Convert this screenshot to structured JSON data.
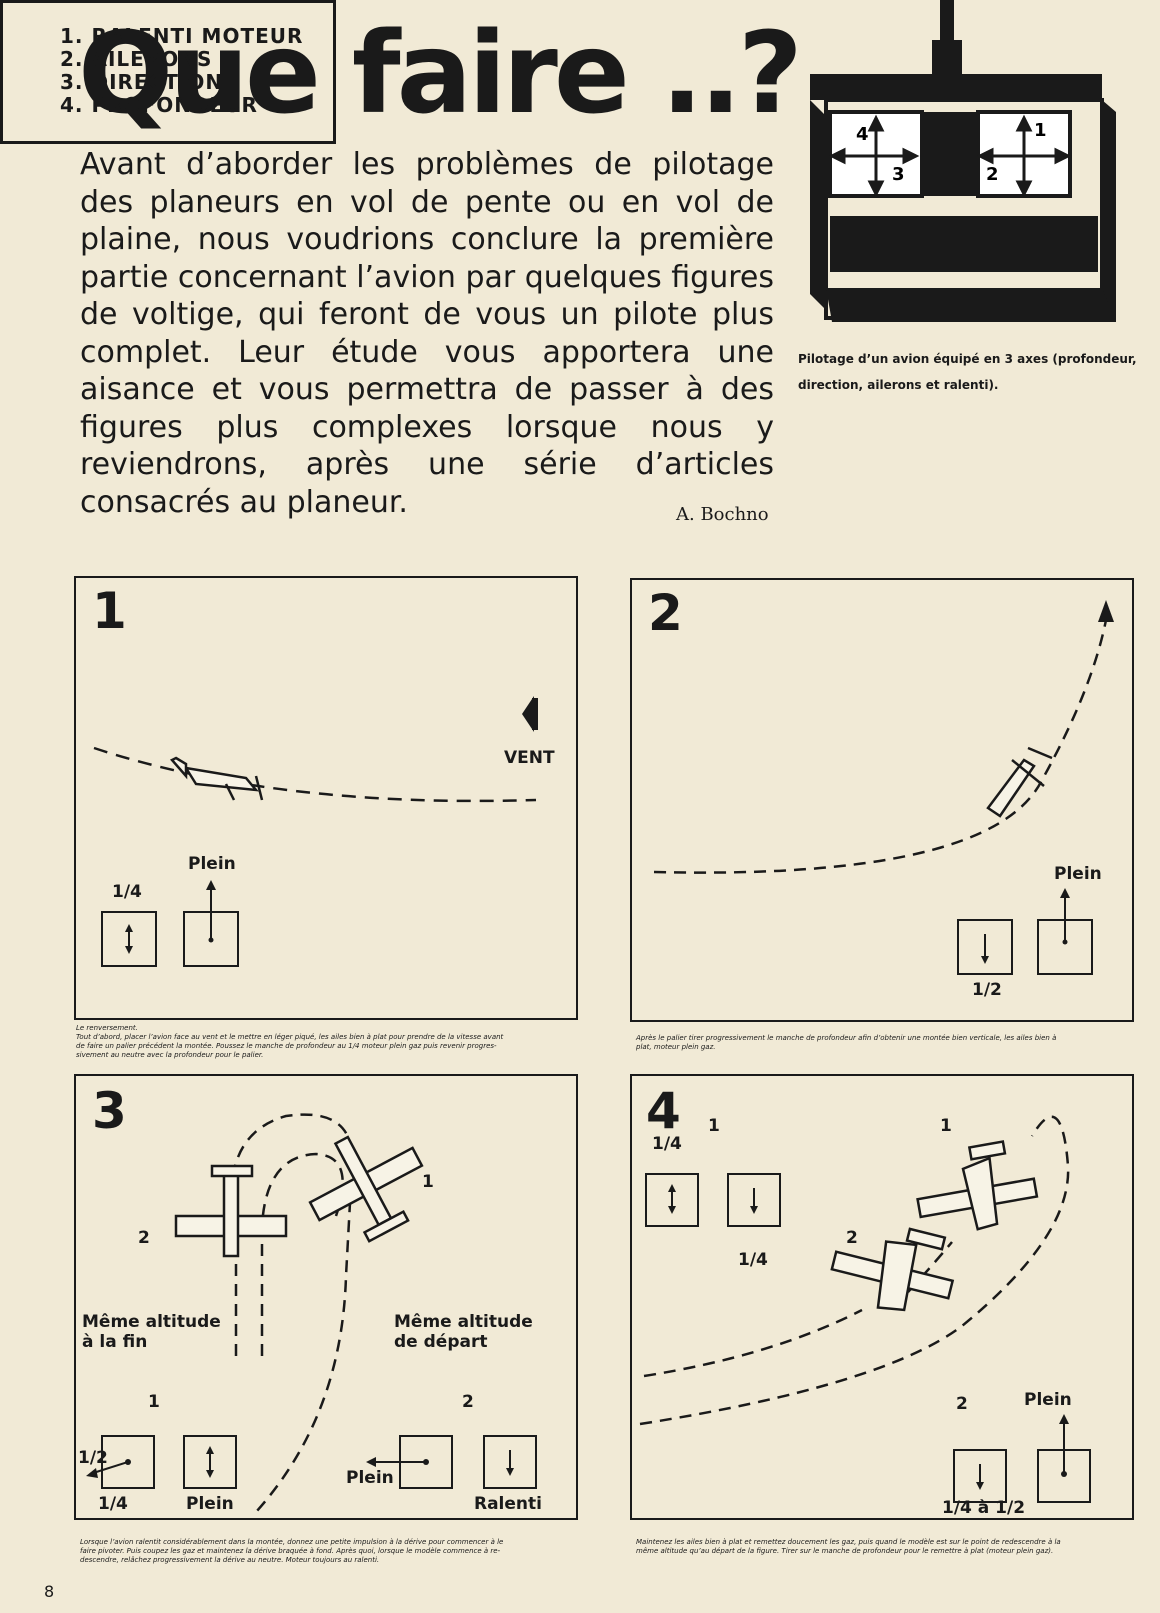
{
  "headline": "Que faire ..?",
  "intro": "Avant d’aborder les problèmes de pilotage des planeurs en vol de pente ou en vol de plaine, nous voudrions conclure la première partie concernant l’avion par quelques figures de voltige, qui feront de vous un pilote plus complet. Leur étude vous apportera une aisance et vous permettra de passer à des figures plus complexes lorsque nous y reviendrons, après une série d’articles consacrés au planeur.",
  "author": "A. Bochno",
  "transmitter": {
    "caption_line1": "Pilotage d’un avion équipé en 3 axes (profondeur,",
    "caption_line2": "direction, ailerons et ralenti).",
    "axis_labels": [
      "4",
      "3",
      "1",
      "2"
    ]
  },
  "legend": [
    "1.  RALENTI MOTEUR",
    "2.  AILERONS",
    "3.  DIRECTION",
    "4.  PROFONDEUR"
  ],
  "panels": [
    {
      "number": "1",
      "wind": "VENT",
      "label_a": "1/4",
      "label_b": "Plein",
      "caption": [
        "Le renversement.",
        "Tout d’abord, placer l’avion face au vent et le mettre en léger piqué, les ailes bien à plat pour prendre de la vitesse avant",
        "de faire un palier précédent la montée. Poussez le manche de profondeur au 1/4 moteur plein gaz puis revenir progres-",
        "sivement au neutre avec la profondeur pour le palier."
      ]
    },
    {
      "number": "2",
      "label_a": "1/2",
      "label_b": "Plein",
      "caption": [
        "Après le palier tirer progressivement le manche de profondeur afin d’obtenir une montée bien verticale, les ailes bien à",
        "plat, moteur plein gaz."
      ]
    },
    {
      "number": "3",
      "plane_1": "1",
      "plane_2": "2",
      "same_alt_end_1": "Même altitude",
      "same_alt_end_2": "à la fin",
      "same_alt_start_1": "Même altitude",
      "same_alt_start_2": "de départ",
      "group_1": "1",
      "group_2": "2",
      "label_half": "1/2",
      "label_quarter": "1/4",
      "label_plein_1": "Plein",
      "label_plein_2": "Plein",
      "label_ralenti": "Ralenti",
      "caption": [
        "Lorsque l’avion ralentit considérablement dans la montée, donnez une petite impulsion à la dérive pour commencer à le",
        "faire pivoter. Puis coupez les gaz et maintenez la dérive braquée à fond. Après quoi, lorsque le modèle commence à re-",
        "descendre, relâchez progressivement la dérive au neutre. Moteur toujours au ralenti."
      ]
    },
    {
      "number": "4",
      "group_1": "1",
      "group_2": "2",
      "plane_1": "1",
      "plane_2": "2",
      "label_quarter_a": "1/4",
      "label_quarter_b": "1/4",
      "label_range": "1/4 à 1/2",
      "label_plein": "Plein",
      "caption": [
        "Maintenez les ailes bien à plat et remettez doucement les gaz, puis quand le modèle est sur le point de redescendre à la",
        "même altitude qu’au départ de la figure. Tirer sur le manche de profondeur pour le remettre à plat (moteur plein gaz)."
      ]
    }
  ],
  "page_number": "8"
}
